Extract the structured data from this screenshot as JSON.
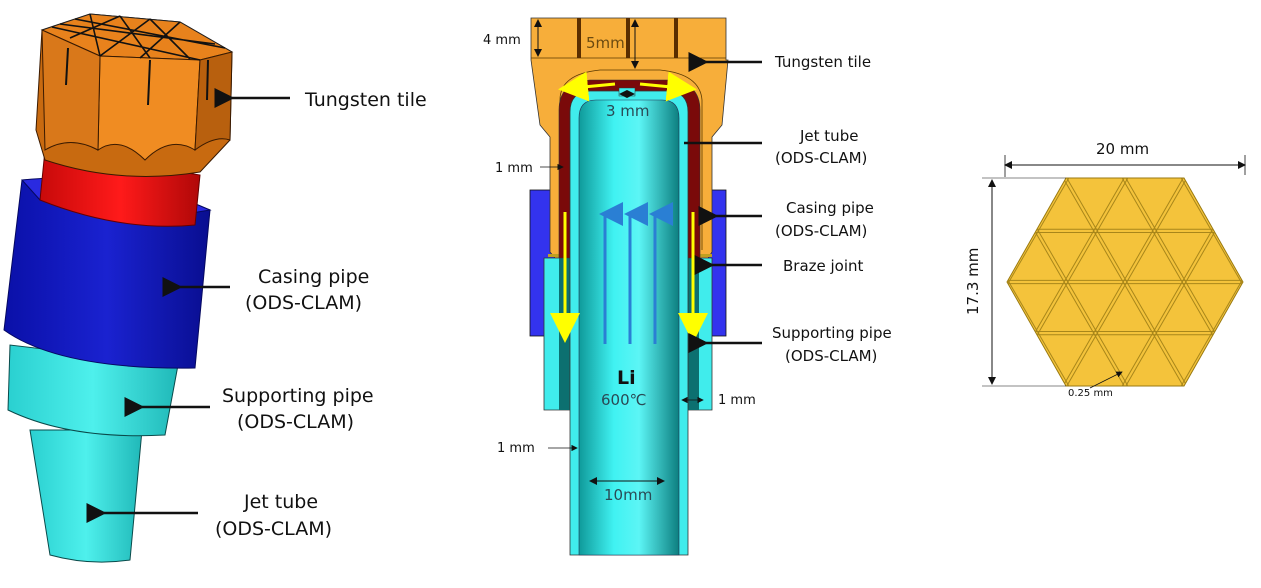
{
  "left_panel": {
    "labels": [
      {
        "id": "tungsten",
        "lines": [
          "Tungsten tile"
        ]
      },
      {
        "id": "casing",
        "lines": [
          "Casing pipe",
          "(ODS-CLAM)"
        ]
      },
      {
        "id": "supporting",
        "lines": [
          "Supporting pipe",
          "(ODS-CLAM)"
        ]
      },
      {
        "id": "jet",
        "lines": [
          "Jet tube",
          "(ODS-CLAM)"
        ]
      }
    ]
  },
  "middle_panel": {
    "labels": [
      {
        "id": "tungsten",
        "lines": [
          "Tungsten tile"
        ]
      },
      {
        "id": "jet",
        "lines": [
          "Jet tube",
          "(ODS-CLAM)"
        ]
      },
      {
        "id": "casing",
        "lines": [
          "Casing pipe",
          "(ODS-CLAM)"
        ]
      },
      {
        "id": "braze",
        "lines": [
          "Braze joint"
        ]
      },
      {
        "id": "supporting",
        "lines": [
          "Supporting pipe",
          "(ODS-CLAM)"
        ]
      }
    ],
    "dimensions": {
      "tile_height": "4 mm",
      "tile_thickness": "5mm",
      "gap": "3 mm",
      "wall_left": "1 mm",
      "wall_right": "1 mm",
      "wall_bottom": "1 mm",
      "inner_diameter": "10mm"
    },
    "fluid": {
      "name": "Li",
      "temperature": "600℃"
    }
  },
  "right_panel": {
    "width": "20 mm",
    "height": "17.3 mm",
    "groove": "0.25 mm"
  },
  "colors": {
    "tungsten_3d": "#e8821c",
    "tungsten_section": "#f7ae3a",
    "tile_face": "#f4c33b",
    "jet_red": "#e50e0e",
    "dark_red": "#7a0a0a",
    "casing_blue": "#1018c4",
    "casing_section": "#3333ee",
    "cyan": "#38e6e6",
    "flow_arrow": "#2a7fd4",
    "yellow_arrow": "#ffff00"
  }
}
